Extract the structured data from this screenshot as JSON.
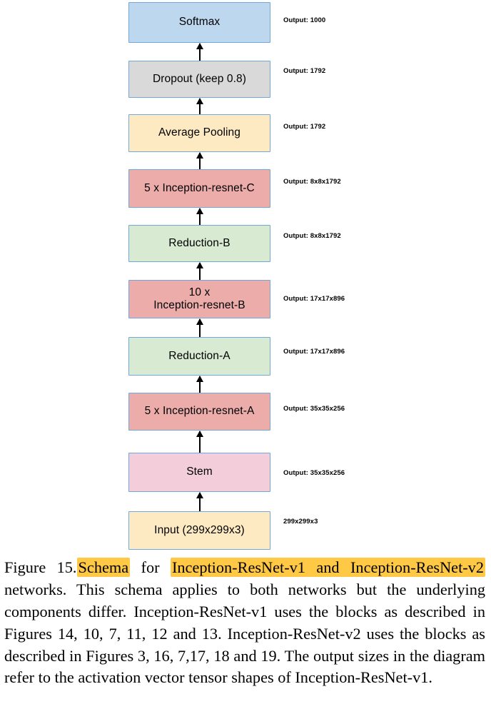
{
  "figure": {
    "type": "flowchart",
    "direction": "bottom-to-top",
    "nodes": [
      {
        "label": "Softmax",
        "output": "Output: 1000",
        "fill": "#bdd7ee",
        "stroke": "#6fa8dc"
      },
      {
        "label": "Dropout (keep 0.8)",
        "output": "Output: 1792",
        "fill": "#d9d9d9",
        "stroke": "#6fa8dc"
      },
      {
        "label": "Average Pooling",
        "output": "Output: 1792",
        "fill": "#fdeac2",
        "stroke": "#6fa8dc"
      },
      {
        "label": "5 x Inception-resnet-C",
        "output": "Output: 8x8x1792",
        "fill": "#ebacaa",
        "stroke": "#6fa8dc"
      },
      {
        "label": "Reduction-B",
        "output": "Output: 8x8x1792",
        "fill": "#d9ead3",
        "stroke": "#6fa8dc"
      },
      {
        "label": "10 x\nInception-resnet-B",
        "output": "Output: 17x17x896",
        "fill": "#ebacaa",
        "stroke": "#6fa8dc"
      },
      {
        "label": "Reduction-A",
        "output": "Output: 17x17x896",
        "fill": "#d9ead3",
        "stroke": "#6fa8dc"
      },
      {
        "label": "5 x Inception-resnet-A",
        "output": "Output: 35x35x256",
        "fill": "#ebacaa",
        "stroke": "#6fa8dc"
      },
      {
        "label": "Stem",
        "output": "Output: 35x35x256",
        "fill": "#f4cdda",
        "stroke": "#6fa8dc"
      },
      {
        "label": "Input (299x299x3)",
        "output": "299x299x3",
        "fill": "#fdeac2",
        "stroke": "#6fa8dc"
      }
    ],
    "highlight_color": "#ffc845"
  },
  "caption": {
    "figure_number": "Figure 15.",
    "highlight_1": "Schema",
    "text_1": " for ",
    "highlight_2": "Inception-ResNet-v1 and Inception-ResNet-v2",
    "text_2": " networks. This schema applies to both networks but the underlying components differ. Inception-ResNet-v1 uses the blocks as described in Figures 14, 10, 7, 11, 12 and 13. Inception-ResNet-v2 uses the blocks as described in Figures 3, 16, 7,17, 18 and 19. The output sizes in the diagram refer to the activation vector tensor shapes of Inception-ResNet-v1.",
    "full_text": "Figure 15. Schema for Inception-ResNet-v1 and Inception-ResNet-v2 networks. This schema applies to both networks but the underlying components differ. Inception-ResNet-v1 uses the blocks as described in Figures 14, 10, 7, 11, 12 and 13. Inception-ResNet-v2 uses the blocks as described in Figures 3, 16, 7,17, 18 and 19. The output sizes in the diagram refer to the activation vector tensor shapes of Inception-ResNet-v1."
  }
}
